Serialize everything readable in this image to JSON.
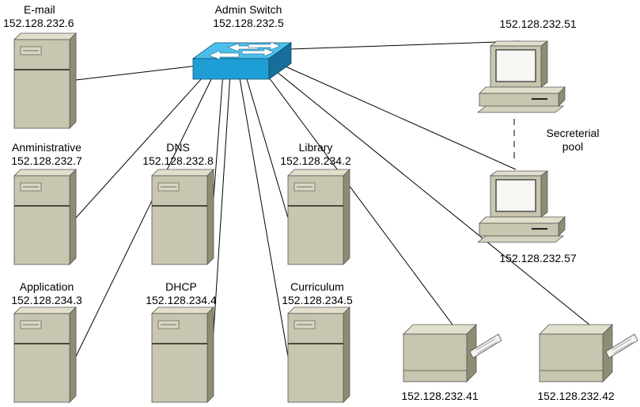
{
  "colors": {
    "server_face": "#c8c6b0",
    "server_side": "#8f8c74",
    "server_top": "#e2e0cc",
    "switch_face": "#1f9ed6",
    "switch_top": "#4cc0ec",
    "switch_side": "#166e9a",
    "line": "#000000"
  },
  "switch": {
    "name": "Admin Switch",
    "ip": "152.128.232.5",
    "icon": "network-switch-icon"
  },
  "servers": {
    "email": {
      "name": "E-mail",
      "ip": "152.128.232.6",
      "icon": "server-tower-icon"
    },
    "admin": {
      "name": "Anministrative",
      "ip": "152.128.232.7",
      "icon": "server-tower-icon"
    },
    "dns": {
      "name": "DNS",
      "ip": "152.128.232.8",
      "icon": "server-tower-icon"
    },
    "library": {
      "name": "Library",
      "ip": "152.128.234.2",
      "icon": "server-tower-icon"
    },
    "application": {
      "name": "Application",
      "ip": "152.128.234.3",
      "icon": "server-tower-icon"
    },
    "dhcp": {
      "name": "DHCP",
      "ip": "152.128.234.4",
      "icon": "server-tower-icon"
    },
    "curriculum": {
      "name": "Curriculum",
      "ip": "152.128.234.5",
      "icon": "server-tower-icon"
    }
  },
  "workstations": {
    "pc1": {
      "ip": "152.128.232.51",
      "icon": "desktop-computer-icon"
    },
    "pc2": {
      "ip": "152.128.232.57",
      "icon": "desktop-computer-icon"
    },
    "pool_label": {
      "line1": "Secreterial",
      "line2": "pool"
    }
  },
  "printers": {
    "printer1": {
      "ip": "152.128.232.41",
      "icon": "printer-icon"
    },
    "printer2": {
      "ip": "152.128.232.42",
      "icon": "printer-icon"
    }
  }
}
